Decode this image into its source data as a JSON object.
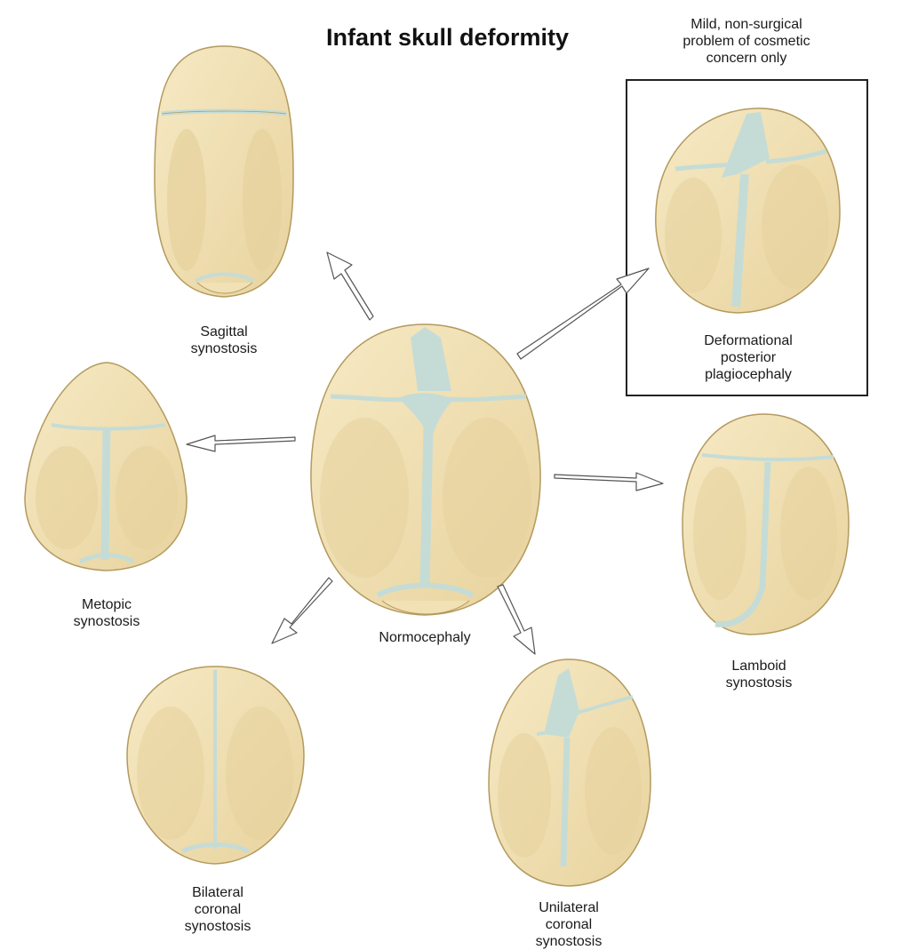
{
  "title": "Infant skull deformity",
  "note": [
    "Mild, non-surgical",
    "problem of cosmetic",
    "concern only"
  ],
  "labels": {
    "normocephaly": [
      "Normocephaly"
    ],
    "sagittal": [
      "Sagittal",
      "synostosis"
    ],
    "metopic": [
      "Metopic",
      "synostosis"
    ],
    "bilateral": [
      "Bilateral",
      "coronal",
      "synostosis"
    ],
    "unilateral": [
      "Unilateral",
      "coronal",
      "synostosis"
    ],
    "lamboid": [
      "Lamboid",
      "synostosis"
    ],
    "deformational": [
      "Deformational",
      "posterior",
      "plagiocephaly"
    ]
  },
  "colors": {
    "bone": "#f1e1b4",
    "bone_shade": "#e6d29d",
    "bone_outline": "#b39a5e",
    "suture": "#c5dcd6"
  }
}
